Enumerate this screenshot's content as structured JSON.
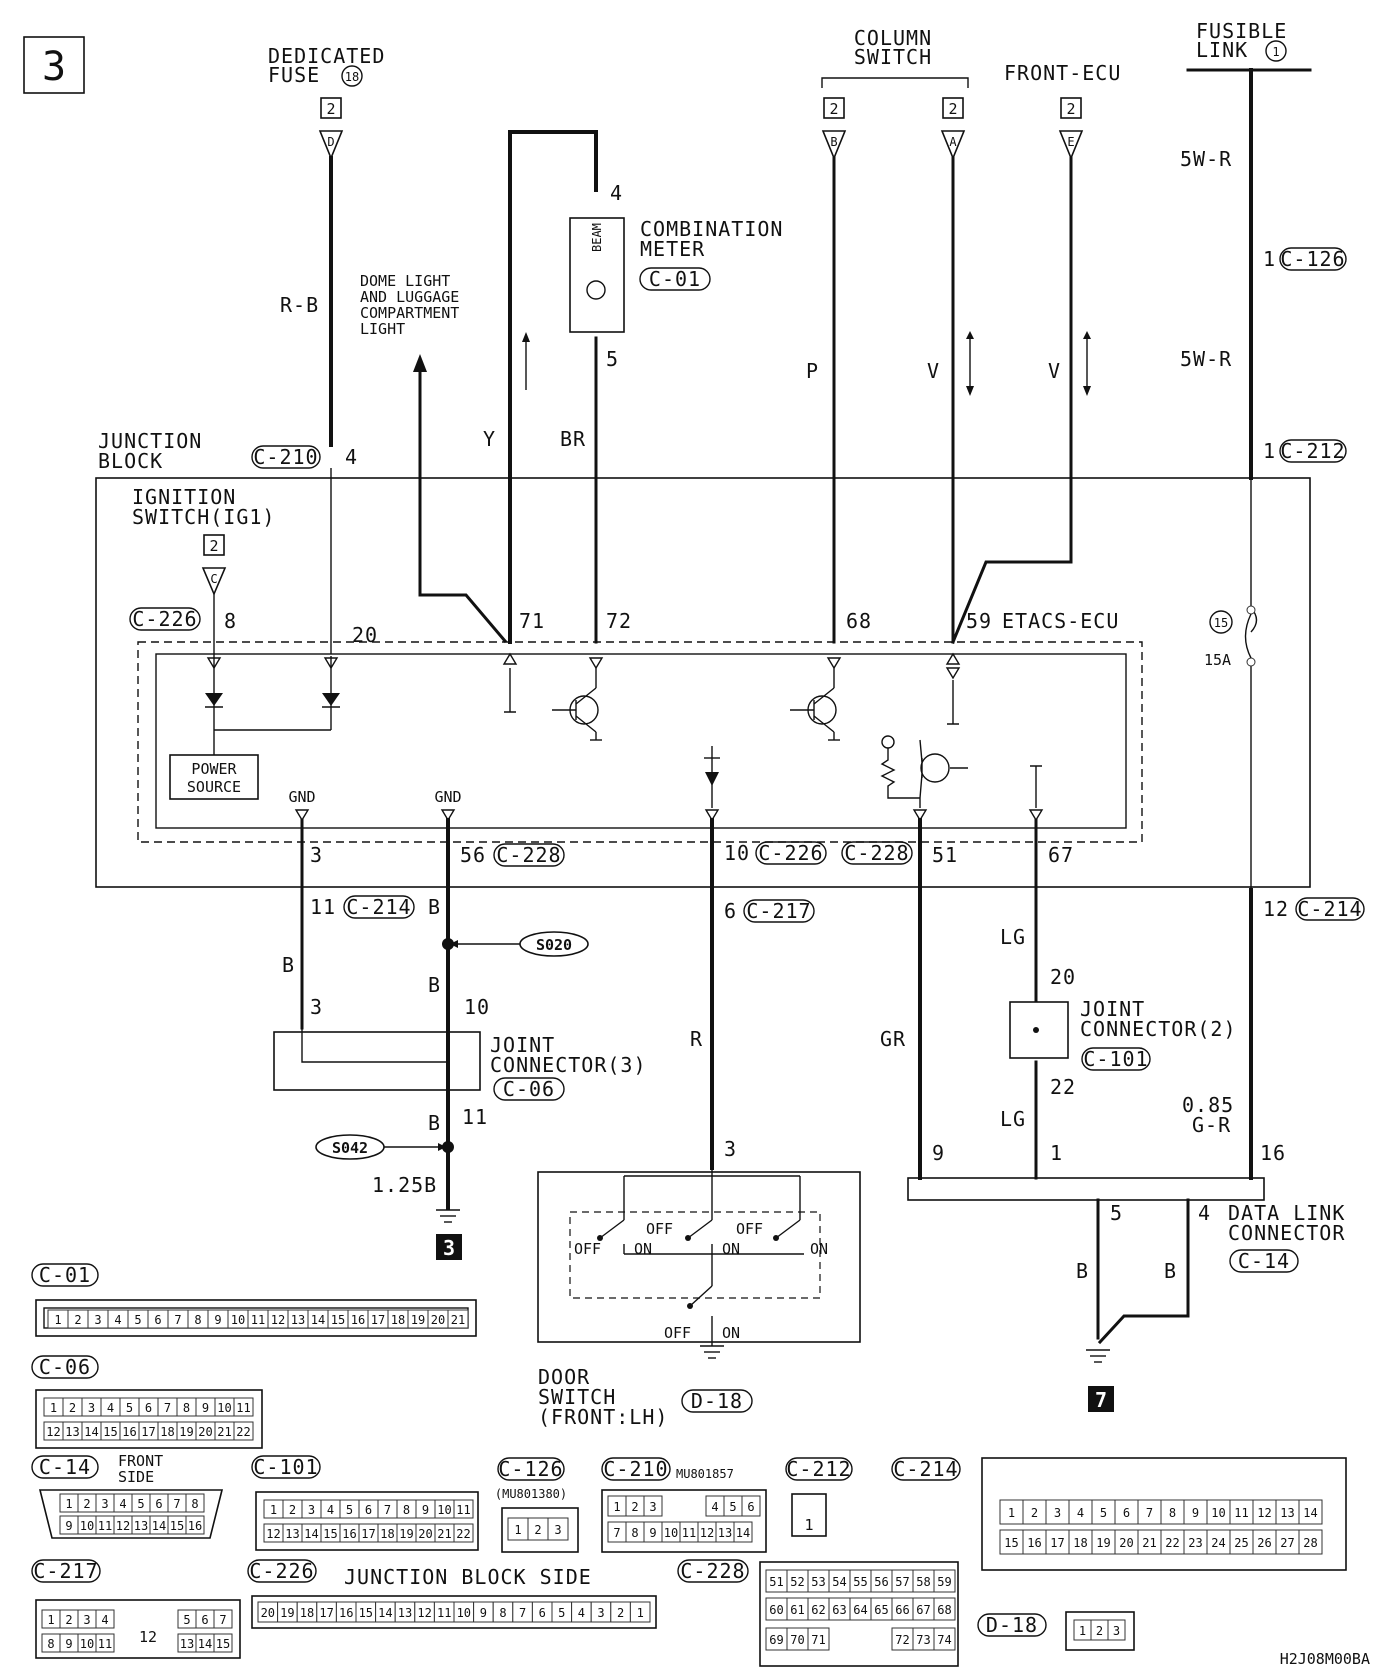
{
  "diagram": {
    "page_marker": "3",
    "drawing_code": "H2J08M00BA",
    "sources": {
      "dedicated_fuse": {
        "label_line1": "DEDICATED",
        "label_line2": "FUSE",
        "fuse_no": "18",
        "ref": "2",
        "terminal": "D",
        "wire": "R-B"
      },
      "column_switch": {
        "label_line1": "COLUMN",
        "label_line2": "SWITCH",
        "ref_b": "2",
        "terminal_b": "B",
        "ref_a": "2",
        "terminal_a": "A"
      },
      "front_ecu": {
        "label": "FRONT-ECU",
        "ref": "2",
        "terminal": "E"
      },
      "fusible_link": {
        "label_line1": "FUSIBLE",
        "label_line2": "LINK",
        "link_no": "1"
      },
      "ignition_switch": {
        "label_line1": "IGNITION",
        "label_line2": "SWITCH(IG1)",
        "ref": "2",
        "terminal": "C"
      }
    },
    "combination_meter": {
      "label_line1": "COMBINATION",
      "label_line2": "METER",
      "connector": "C-01",
      "pin_top": "4",
      "pin_bottom": "5",
      "lamp": "BEAM"
    },
    "dome_light": {
      "line1": "DOME LIGHT",
      "line2": "AND LUGGAGE",
      "line3": "COMPARTMENT",
      "line4": "LIGHT"
    },
    "junction_block": {
      "label_line1": "JUNCTION",
      "label_line2": "BLOCK",
      "c210": "C-210",
      "c210_pin": "4",
      "c226": "C-226",
      "c226_pin": "8",
      "pin20": "20",
      "pin71": "71",
      "pin72": "72",
      "pin68": "68",
      "pin59": "59",
      "etacs": "ETACS-ECU",
      "power_line1": "POWER",
      "power_line2": "SOURCE",
      "gnd1": "GND",
      "gnd2": "GND",
      "fuse_no": "15",
      "fuse_rating": "15A",
      "c212": "C-212",
      "c212_pin": "1",
      "c126": "C-126",
      "c126_pin": "1",
      "wire_5wr_a": "5W-R",
      "wire_5wr_b": "5W-R",
      "out_pin3": "3",
      "out_pin56": "56",
      "out_c228a": "C-228",
      "out_pin10": "10",
      "out_c226": "C-226",
      "out_c228b": "C-228",
      "out_pin51": "51",
      "out_pin67": "67"
    },
    "wires": {
      "y": "Y",
      "br": "BR",
      "p": "P",
      "v1": "V",
      "v2": "V"
    },
    "lower": {
      "c214_pin11": "11",
      "c214": "C-214",
      "b1": "B",
      "b2": "B",
      "b3": "B",
      "b4": "B",
      "s020": "S020",
      "s042": "S042",
      "jc3_pin3": "3",
      "jc3_pin10": "10",
      "jc3_pin11": "11",
      "jc3_line1": "JOINT",
      "jc3_line2": "CONNECTOR(3)",
      "jc3_conn": "C-06",
      "wire_125b": "1.25B",
      "ground_marker_3": "3",
      "c217_pin6": "6",
      "c217": "C-217",
      "wire_r": "R",
      "door_pin3": "3",
      "off1": "OFF",
      "on1": "ON",
      "off2": "OFF",
      "on2": "ON",
      "off3": "OFF",
      "on3": "ON",
      "off4": "OFF",
      "on4": "ON",
      "door_line1": "DOOR",
      "door_line2": "SWITCH",
      "door_line3": "(FRONT:LH)",
      "door_conn": "D-18",
      "wire_gr": "GR",
      "wire_lg1": "LG",
      "wire_lg2": "LG",
      "jc2_pin20": "20",
      "jc2_pin22": "22",
      "jc2_line1": "JOINT",
      "jc2_line2": "CONNECTOR(2)",
      "jc2_conn": "C-101",
      "c214_pin12": "12",
      "c214b": "C-214",
      "wire_085": "0.85",
      "wire_gr2": "G-R",
      "dlc_pin9": "9",
      "dlc_pin1": "1",
      "dlc_pin16": "16",
      "dlc_pin5": "5",
      "dlc_pin4": "4",
      "dlc_line1": "DATA LINK",
      "dlc_line2": "CONNECTOR",
      "dlc_conn": "C-14",
      "wire_b5": "B",
      "wire_b4": "B",
      "ground_marker_7": "7"
    },
    "connectors": {
      "c01": "C-01",
      "c06": "C-06",
      "c14": "C-14",
      "c14_note1": "FRONT",
      "c14_note2": "SIDE",
      "c101": "C-101",
      "c126": "C-126",
      "c126_part": "(MU801380)",
      "c210": "C-210",
      "c210_part": "MU801857",
      "c212": "C-212",
      "c214": "C-214",
      "c217": "C-217",
      "c226": "C-226",
      "c226_note": "JUNCTION BLOCK SIDE",
      "c228": "C-228",
      "d18": "D-18",
      "c217_mid": "12",
      "c126_pins": [
        "1",
        "2",
        "3"
      ],
      "c212_pins": [
        "1"
      ],
      "d18_pins": [
        "1",
        "2",
        "3"
      ]
    }
  }
}
